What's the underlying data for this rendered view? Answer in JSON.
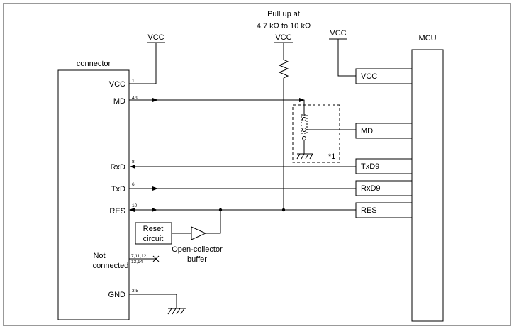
{
  "connector": {
    "title": "connector",
    "pins": [
      {
        "label": "VCC",
        "number": "1"
      },
      {
        "label": "MD",
        "number": "4,9"
      },
      {
        "label": "RxD",
        "number": "8"
      },
      {
        "label": "TxD",
        "number": "6"
      },
      {
        "label": "RES",
        "number": "10"
      },
      {
        "label": "GND",
        "number": "3,5"
      }
    ],
    "not_connected": {
      "line1": "Not",
      "line2": "connected",
      "numbers1": "7,11,12,",
      "numbers2": "13,14"
    }
  },
  "mcu": {
    "title": "MCU",
    "pins": [
      "VCC",
      "MD",
      "TxD9",
      "RxD9",
      "RES"
    ]
  },
  "supply": {
    "vcc_left": "VCC",
    "vcc_mid": "VCC",
    "vcc_right": "VCC"
  },
  "pullup": {
    "line1": "Pull up at",
    "line2": "4.7 kΩ to 10 kΩ"
  },
  "switch_note": "*1",
  "reset_circuit": {
    "line1": "Reset",
    "line2": "circuit"
  },
  "buffer": {
    "line1": "Open-collector",
    "line2": "buffer"
  }
}
